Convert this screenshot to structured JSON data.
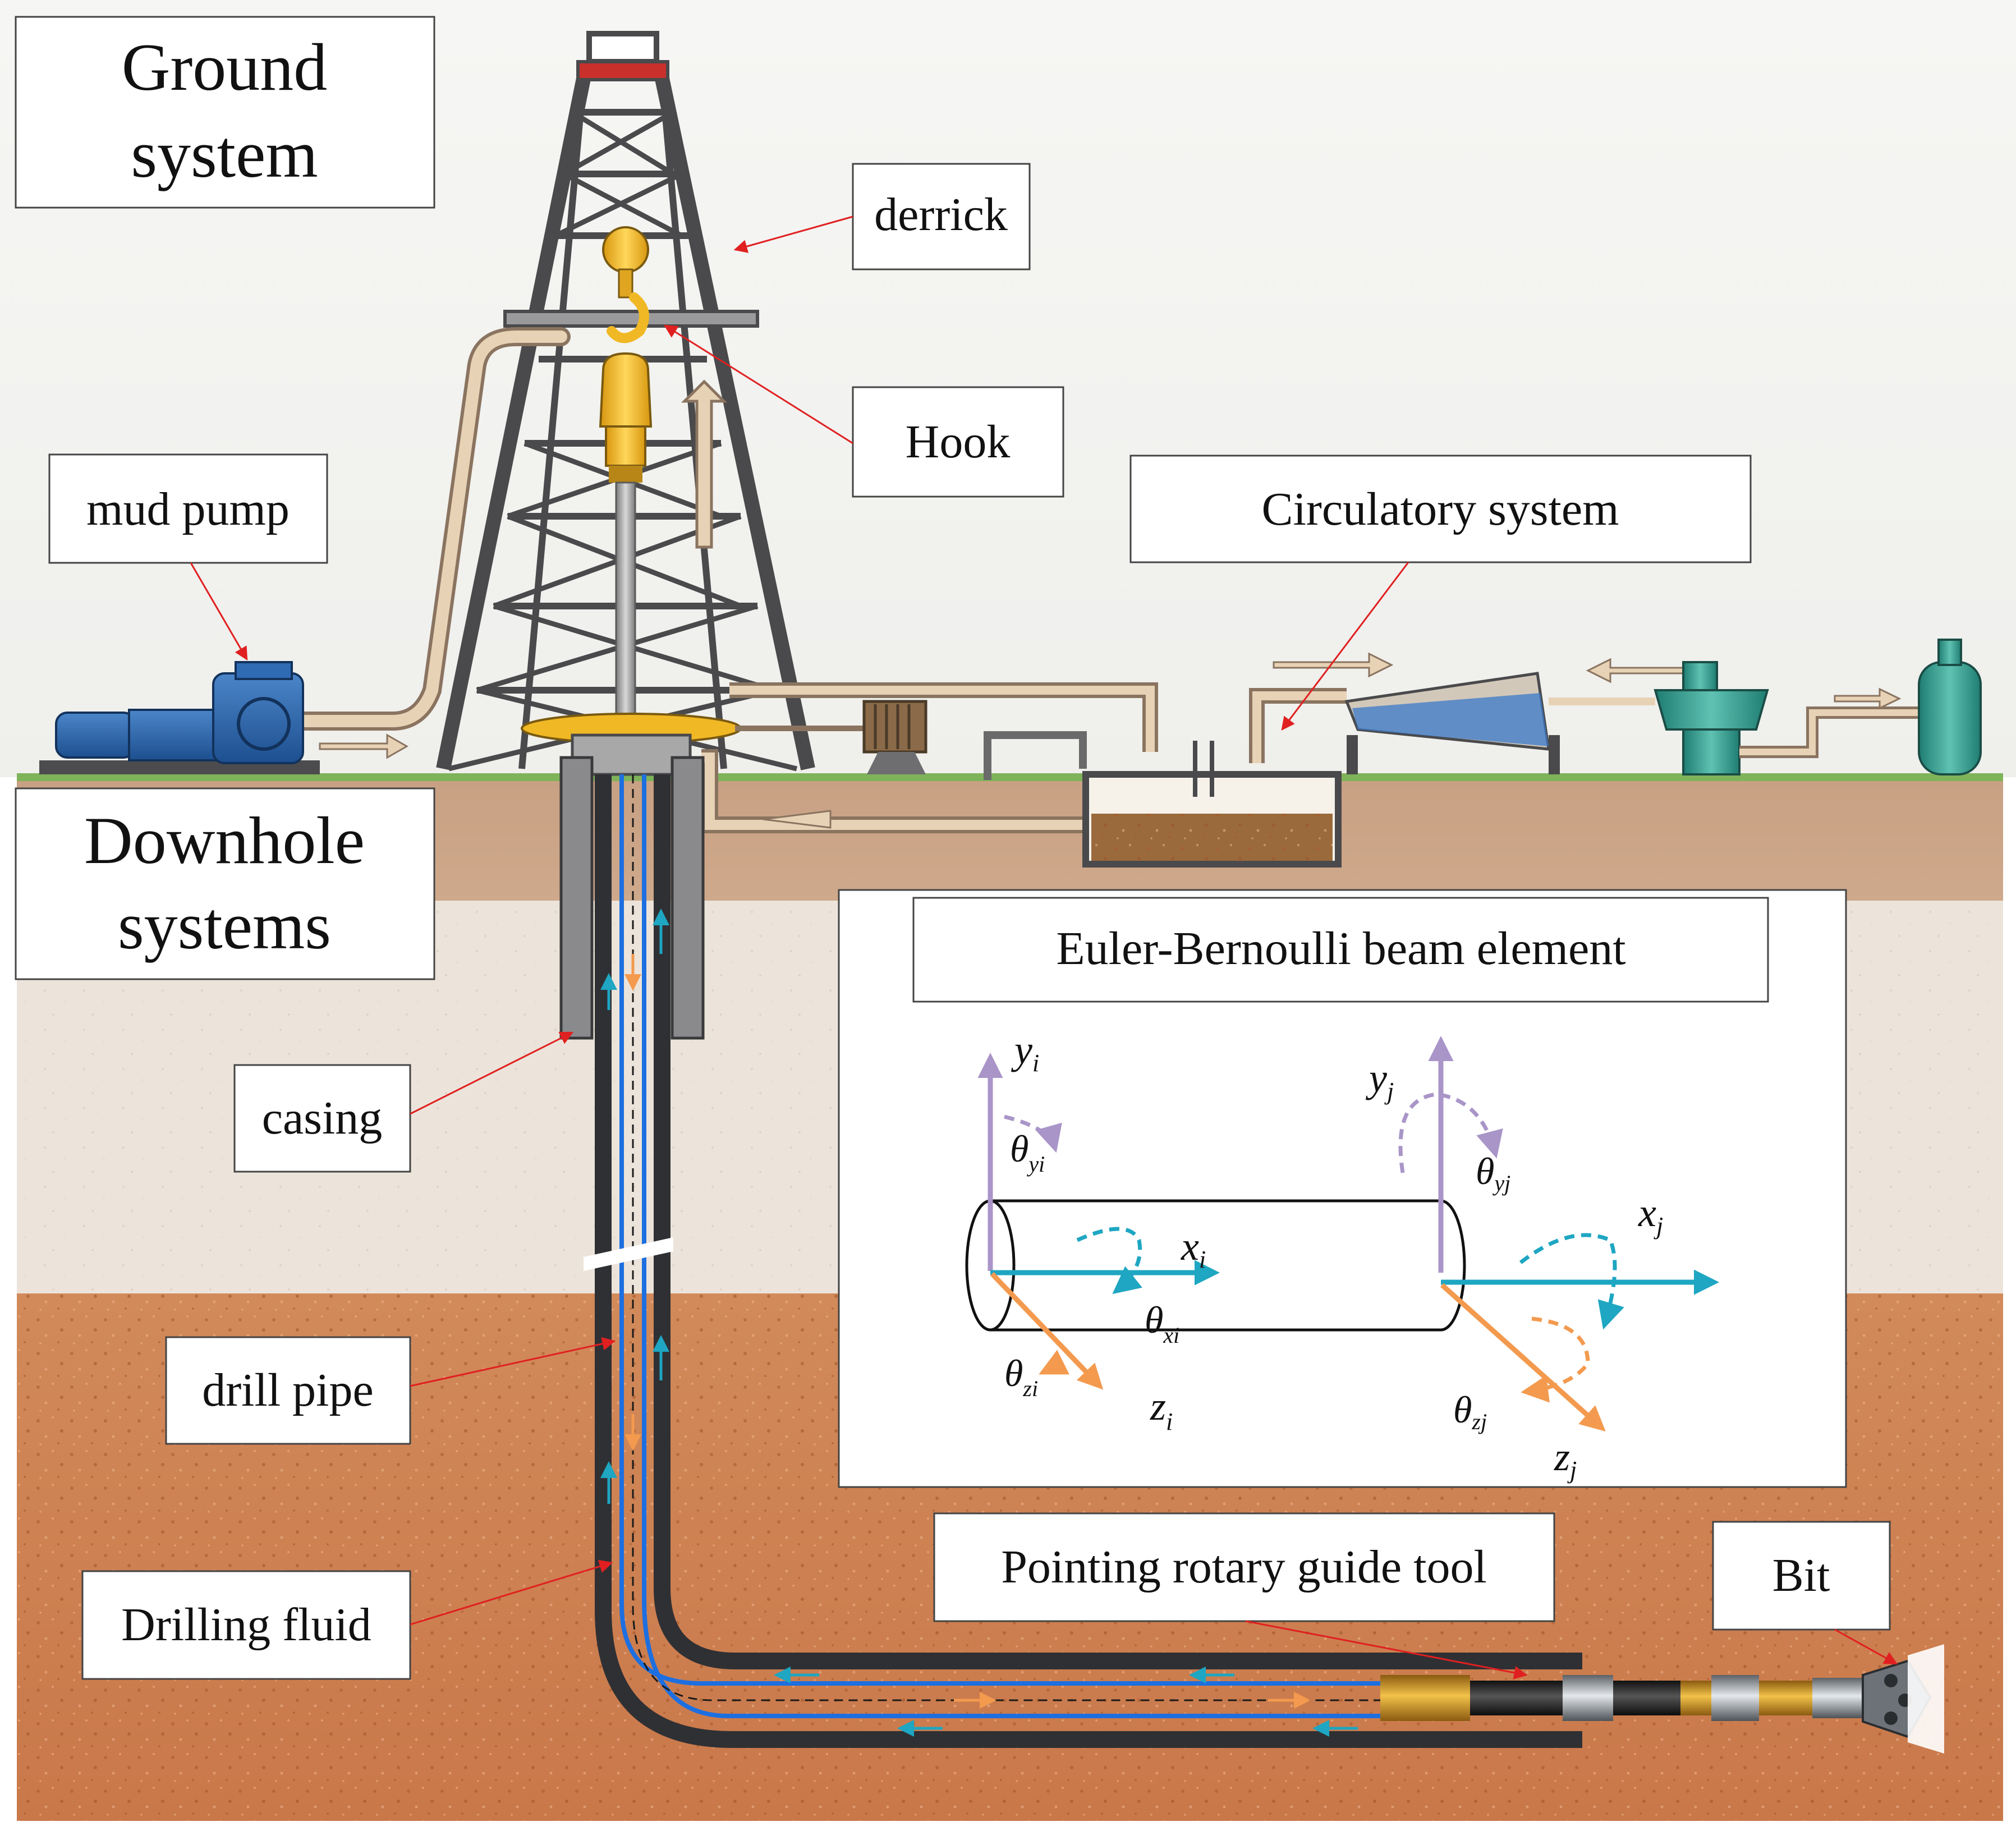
{
  "labels": {
    "ground_line1": "Ground",
    "ground_line2": "system",
    "downhole_line1": "Downhole",
    "downhole_line2": "systems",
    "derrick": "derrick",
    "hook": "Hook",
    "mud_pump": "mud pump",
    "circulatory_system": "Circulatory system",
    "casing": "casing",
    "drill_pipe": "drill pipe",
    "drilling_fluid": "Drilling fluid",
    "pointing_tool": "Pointing rotary guide tool",
    "bit": "Bit"
  },
  "beam": {
    "title": "Euler-Bernoulli beam element",
    "node_i": {
      "y": "y",
      "y_sub": "i",
      "x": "x",
      "x_sub": "i",
      "z": "z",
      "z_sub": "i",
      "theta_y": "θ",
      "theta_y_sub": "yi",
      "theta_x": "θ",
      "theta_x_sub": "xi",
      "theta_z": "θ",
      "theta_z_sub": "zi"
    },
    "node_j": {
      "y": "y",
      "y_sub": "j",
      "x": "x",
      "x_sub": "j",
      "z": "z",
      "z_sub": "j",
      "theta_y": "θ",
      "theta_y_sub": "yj",
      "theta_z": "θ",
      "theta_z_sub": "zj"
    }
  },
  "colors": {
    "purple_axis": "#a995c8",
    "cyan_axis": "#1ea6c2",
    "orange_axis": "#f39a4f",
    "leader": "#e02020",
    "pipe_blue": "#1d6fe0",
    "steel": "#2f3034",
    "yellow_hook": "#f0b824",
    "mud_blue": "#2b5f9e"
  }
}
